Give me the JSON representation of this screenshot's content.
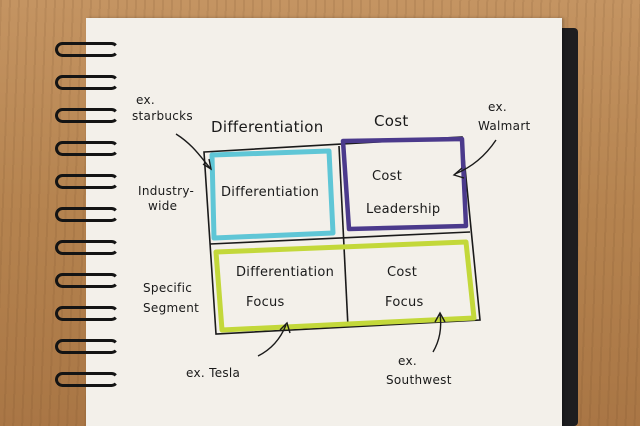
{
  "columns": {
    "differentiation": "Differentiation",
    "cost": "Cost"
  },
  "rows": {
    "industry_wide": [
      "Industry-",
      "wide"
    ],
    "specific_segment": [
      "Specific",
      "Segment"
    ]
  },
  "cells": {
    "differentiation": "Differentiation",
    "cost_leadership": [
      "Cost",
      "Leadership"
    ],
    "differentiation_focus": [
      "Differentiation",
      "Focus"
    ],
    "cost_focus": [
      "Cost",
      "Focus"
    ]
  },
  "examples": {
    "starbucks": [
      "ex.",
      "starbucks"
    ],
    "walmart": [
      "ex.",
      "Walmart"
    ],
    "tesla": "ex. Tesla",
    "southwest": [
      "ex.",
      "Southwest"
    ]
  },
  "colors": {
    "differentiation_box": "#5fc6d6",
    "cost_leadership_box": "#4b3a8c",
    "focus_box": "#c3d83a",
    "ink": "#1a1a1a"
  }
}
